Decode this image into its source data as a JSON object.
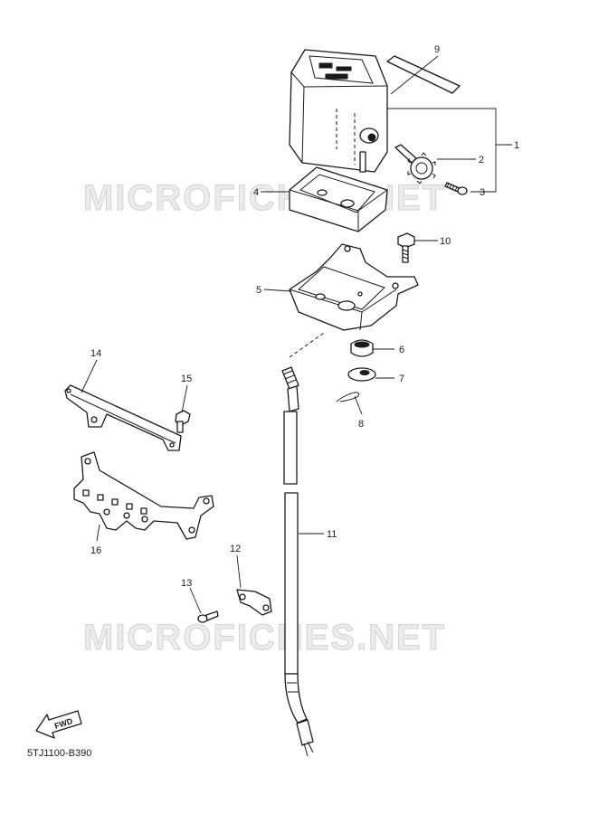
{
  "watermark": "MICROFICHES.NET",
  "diagram_code": "5TJ1100-B390",
  "fwd_label": "FWD",
  "callouts": {
    "c1": "1",
    "c2": "2",
    "c3": "3",
    "c4": "4",
    "c5": "5",
    "c6": "6",
    "c7": "7",
    "c8": "8",
    "c9": "9",
    "c10": "10",
    "c11": "11",
    "c12": "12",
    "c13": "13",
    "c14": "14",
    "c15": "15",
    "c16": "16"
  }
}
